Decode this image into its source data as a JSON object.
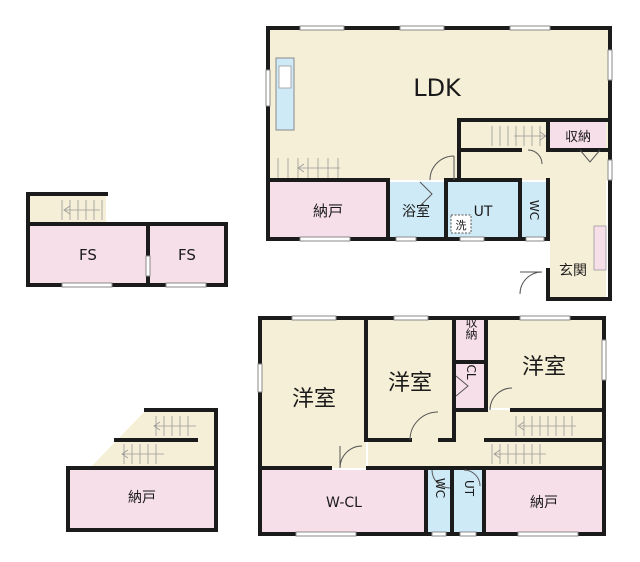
{
  "colors": {
    "wall": "#1b1b1b",
    "ldk": "#f6efd7",
    "floor": "#f6efd7",
    "storage": "#f7dfea",
    "wet": "#cfeaf7",
    "window": "#ffffff",
    "stairs": "#f6efd7"
  },
  "rooms": {
    "ldk": "LDK",
    "storage_1f": "納戸",
    "bath": "浴室",
    "utility_1f": "UT",
    "washer": "洗",
    "wc_1f": "WC",
    "closet_1f": "収納",
    "entrance": "玄関",
    "fs_left": "FS",
    "fs_right": "FS",
    "western_left": "洋室",
    "western_center": "洋室",
    "western_right": "洋室",
    "storage_2f_top": "収納",
    "cl": "CL",
    "wcl": "W-CL",
    "wc_2f": "WC",
    "utility_2f": "UT",
    "storage_2f": "納戸",
    "storage_small": "納戸"
  }
}
